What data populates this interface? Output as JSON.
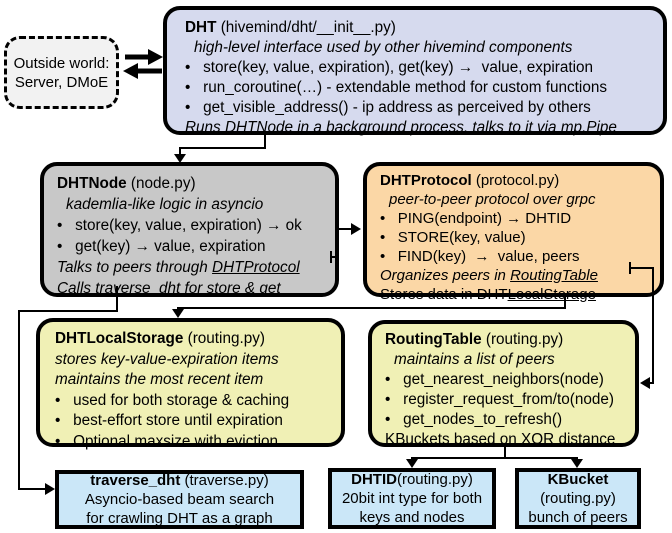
{
  "colors": {
    "border": "#000000",
    "outside_bg": "#f2f2f2",
    "dht_bg": "#d6daee",
    "node_bg": "#c8c8c8",
    "protocol_bg": "#fbd7a6",
    "storage_bg": "#f0f0b5",
    "blue_bg": "#cbe7f8",
    "wire": "#000000"
  },
  "boxes": {
    "outside": {
      "line1": "Outside world:",
      "line2": "Server, DMoE"
    },
    "dht": {
      "name": "DHT",
      "file": " (hivemind/dht/__init__.py)",
      "tagline": "high-level interface used by other hivemind components",
      "b1": "•   store(key, value, expiration), get(key) →  value, expiration",
      "b2": "•   run_coroutine(…) - extendable method for custom functions",
      "b3": "•   get_visible_address() - ip address as perceived by others",
      "note_pre": "Runs ",
      "note_link": "DHTNode",
      "note_post": " in a background process, talks to it via mp.Pipe"
    },
    "node": {
      "name": "DHTNode",
      "file": " (node.py)",
      "tagline": "kademlia-like logic in asyncio",
      "b1": "•   store(key, value, expiration) → ok",
      "b2": "•   get(key) → value, expiration",
      "note1_pre": "Talks to peers through ",
      "note1_link": "DHTProtocol",
      "note2_pre": "Calls ",
      "note2_link": "traverse_dht",
      "note2_post": " for store & get"
    },
    "protocol": {
      "name": "DHTProtocol",
      "file": " (protocol.py)",
      "tagline": "peer-to-peer protocol over grpc",
      "b1": "•   PING(endpoint) → DHTID",
      "b2": "•   STORE(key, value)",
      "b3": "•   FIND(key)  →  value, peers",
      "note1_pre": "Organizes peers in ",
      "note1_link": "RoutingTable",
      "note2_pre": "Stores data in DHT",
      "note2_link": "LocalStorage"
    },
    "storage": {
      "name": "DHTLocalStorage",
      "file": " (routing.py)",
      "tagline1": "stores key-value-expiration items",
      "tagline2": "maintains the most recent item",
      "b1": "•   used for both storage & caching",
      "b2": "•   best-effort store until expiration",
      "b3": "•   Optional maxsize with eviction"
    },
    "routing": {
      "name": "RoutingTable",
      "file": " (routing.py)",
      "tagline": "maintains a list of peers",
      "b1": "•   get_nearest_neighbors(node)",
      "b2": "•   register_request_from/to(node)",
      "b3": "•   get_nodes_to_refresh()",
      "footer": "KBuckets based on XOR distance"
    },
    "traverse": {
      "name": "traverse_dht",
      "file": " (traverse.py)",
      "line2": "Asyncio-based beam search",
      "line3": "for crawling DHT as a graph"
    },
    "dhtid": {
      "name": "DHTID",
      "file": "(routing.py)",
      "line2": "20bit int type for both",
      "line3": "keys and nodes"
    },
    "kbucket": {
      "name": "KBucket",
      "file": "(routing.py)",
      "line3": "bunch of peers"
    }
  }
}
